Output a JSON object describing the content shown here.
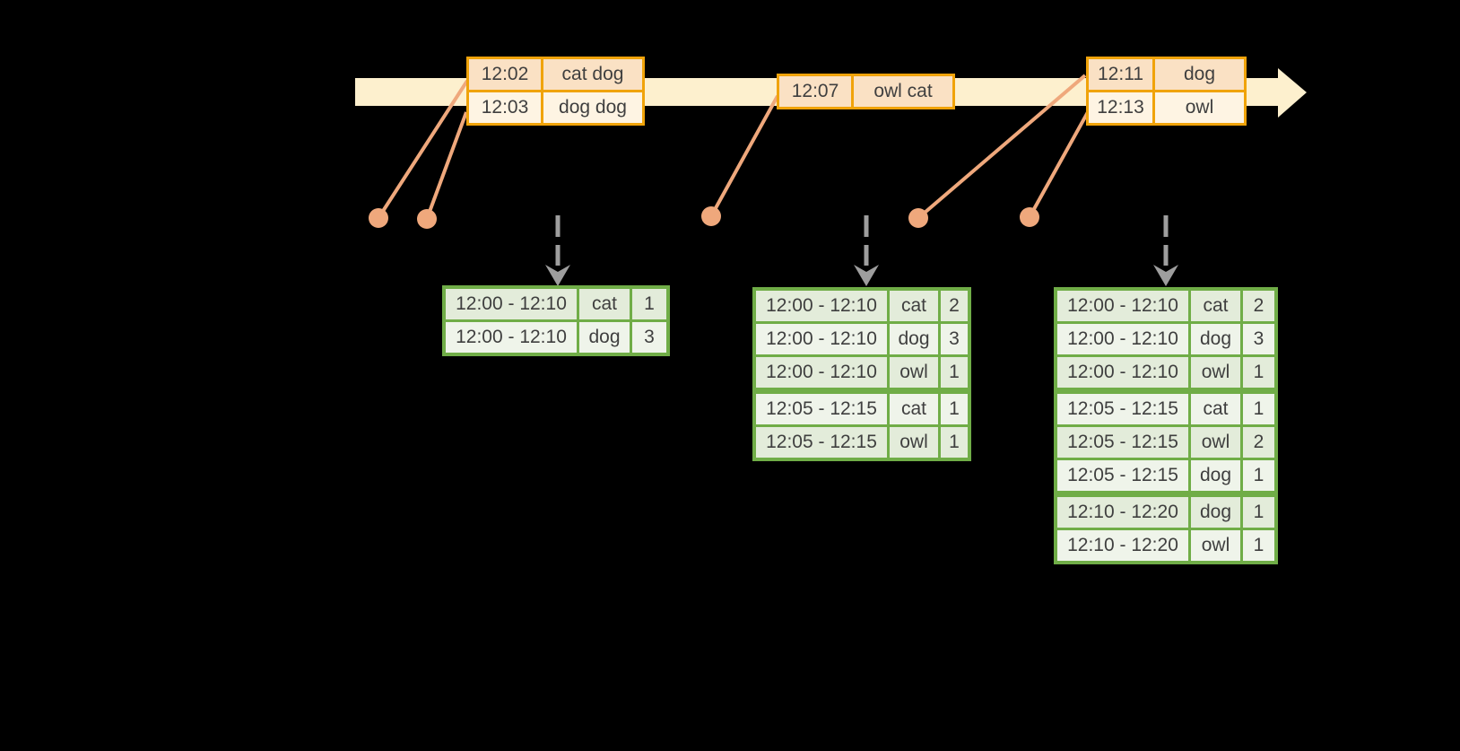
{
  "diagram": {
    "colors": {
      "background": "#000000",
      "timeline_fill": "#FDF0CE",
      "event_table_border": "#F0A30A",
      "event_row_fill_dark": "#FAE1C4",
      "event_row_fill_light": "#FEF4E3",
      "connector_salmon": "#EFA87C",
      "trigger_arrow_gray": "#9E9E9E",
      "result_table_border": "#70AD47",
      "result_row_fill_dark": "#E3ECDA",
      "result_row_fill_light": "#EFF4EA",
      "text": "#3F3F3F"
    },
    "icons": {
      "timeline_arrow": "right-arrow",
      "trigger_arrow": "dashed-down-arrow",
      "event_dot": "filled-circle"
    },
    "event_tables": [
      {
        "rows": [
          {
            "time": "12:02",
            "words": "cat dog"
          },
          {
            "time": "12:03",
            "words": "dog dog"
          }
        ]
      },
      {
        "rows": [
          {
            "time": "12:07",
            "words": "owl cat"
          }
        ]
      },
      {
        "rows": [
          {
            "time": "12:11",
            "words": "dog"
          },
          {
            "time": "12:13",
            "words": "owl"
          }
        ]
      }
    ],
    "result_tables": [
      {
        "rows": [
          [
            "12:00 - 12:10",
            "cat",
            "1"
          ],
          [
            "12:00 - 12:10",
            "dog",
            "3"
          ]
        ],
        "group_breaks": []
      },
      {
        "rows": [
          [
            "12:00 - 12:10",
            "cat",
            "2"
          ],
          [
            "12:00 - 12:10",
            "dog",
            "3"
          ],
          [
            "12:00 - 12:10",
            "owl",
            "1"
          ],
          [
            "12:05 - 12:15",
            "cat",
            "1"
          ],
          [
            "12:05 - 12:15",
            "owl",
            "1"
          ]
        ],
        "group_breaks": [
          3
        ]
      },
      {
        "rows": [
          [
            "12:00 - 12:10",
            "cat",
            "2"
          ],
          [
            "12:00 - 12:10",
            "dog",
            "3"
          ],
          [
            "12:00 - 12:10",
            "owl",
            "1"
          ],
          [
            "12:05 - 12:15",
            "cat",
            "1"
          ],
          [
            "12:05 - 12:15",
            "owl",
            "2"
          ],
          [
            "12:05 - 12:15",
            "dog",
            "1"
          ],
          [
            "12:10 - 12:20",
            "dog",
            "1"
          ],
          [
            "12:10 - 12:20",
            "owl",
            "1"
          ]
        ],
        "group_breaks": [
          3,
          6
        ]
      }
    ]
  }
}
